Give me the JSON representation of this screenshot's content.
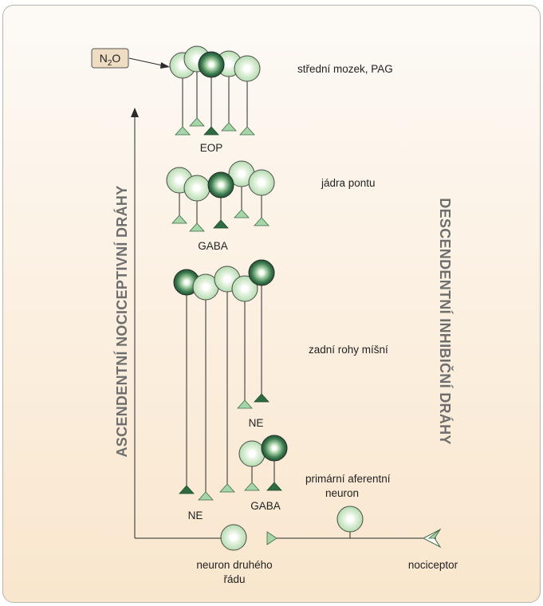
{
  "labels": {
    "n2o_main": "N",
    "n2o_sub": "2",
    "n2o_end": "O",
    "stredni_mozek": "střední mozek, PAG",
    "eop": "EOP",
    "jadra_pontu": "jádra pontu",
    "gaba_upper": "GABA",
    "zadni_rohy": "zadní rohy míšní",
    "ne_upper": "NE",
    "ne_lower": "NE",
    "gaba_lower": "GABA",
    "primarni_line1": "primární aferentní",
    "primarni_line2": "neuron",
    "neuron_druheho_line1": "neuron druhého",
    "neuron_druheho_line2": "řádu",
    "nociceptor": "nociceptor",
    "ascendentni": "ASCENDENTNÍ NOCICEPTIVNÍ DRÁHY",
    "descendentni": "DESCENDENTNÍ INHIBIČNÍ DRÁHY"
  },
  "colors": {
    "background_top": "#fdfaf6",
    "background_bottom": "#f9e6cd",
    "neuron_light": "#cfe9c9",
    "neuron_dark": "#2d6b45",
    "terminal_light": "#9fd1a4",
    "terminal_dark": "#2e6b41",
    "n2o_box": "#eedcc3",
    "axis_text": "#6e6e6e"
  }
}
